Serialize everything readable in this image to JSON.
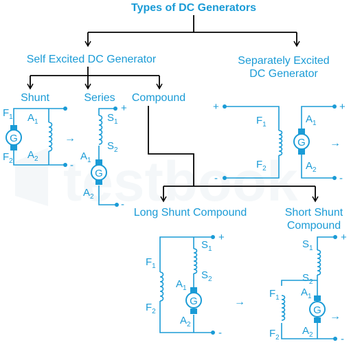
{
  "colors": {
    "text": "#1a9bd6",
    "wire": "#1a9bd6",
    "tree": "#000000",
    "generator": "#1a9bd6",
    "watermark": "#e6eef2"
  },
  "title": "Types of DC Generators",
  "branches": {
    "self_excited": "Self Excited DC Generator",
    "separately_line1": "Separately Excited",
    "separately_line2": "DC Generator"
  },
  "self_types": {
    "shunt": "Shunt",
    "series": "Series",
    "compound": "Compound"
  },
  "compound_types": {
    "long_shunt": "Long Shunt Compound",
    "short_shunt_line1": "Short Shunt",
    "short_shunt_line2": "Compound"
  },
  "labels": {
    "F": "F",
    "A": "A",
    "S": "S",
    "one": "1",
    "two": "2",
    "generator": "G",
    "plus": "+",
    "minus": "-",
    "arrow": "→"
  },
  "watermark": "testbook"
}
